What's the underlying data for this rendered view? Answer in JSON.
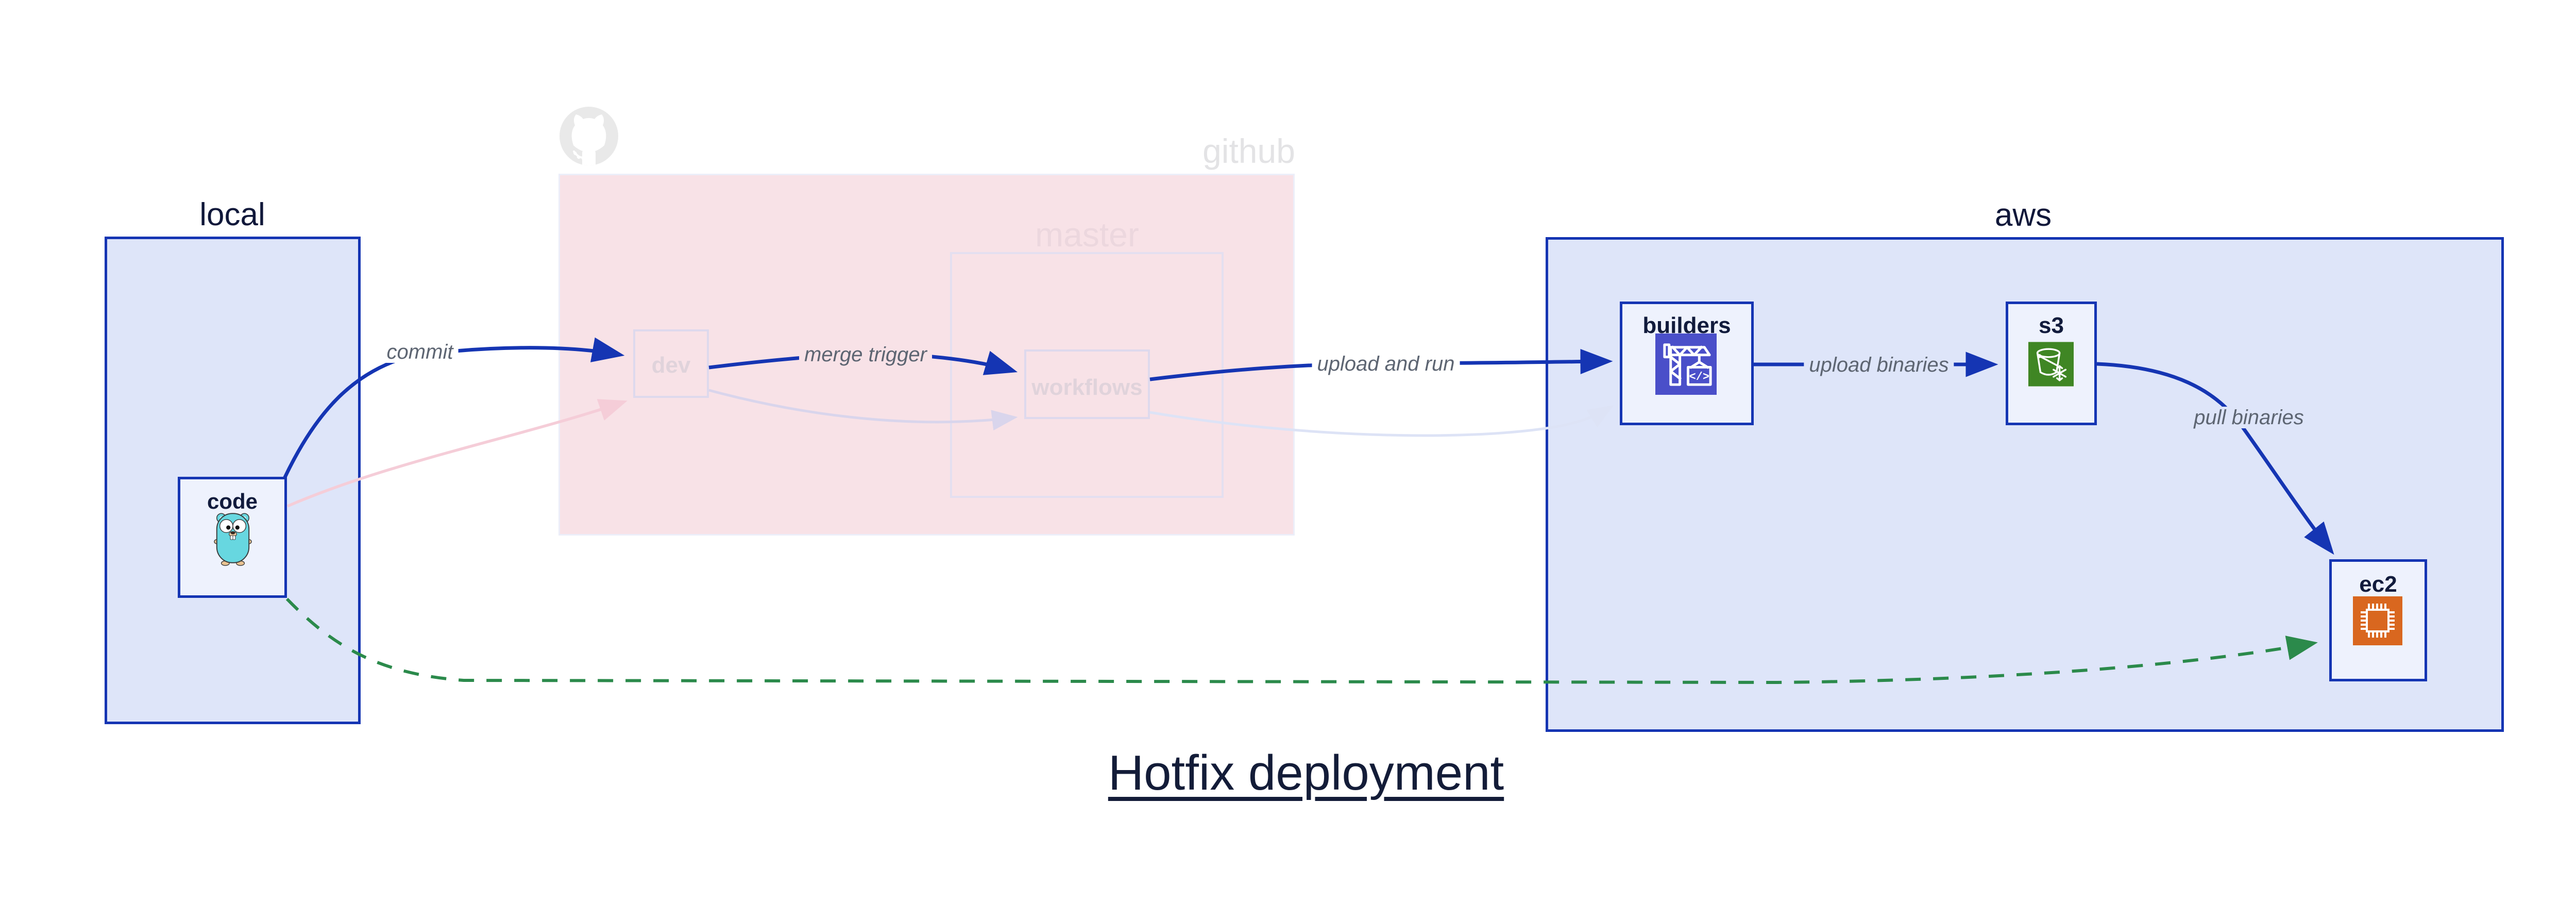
{
  "title": "Hotfix deployment",
  "containers": {
    "local": {
      "label": "local"
    },
    "github": {
      "label": "github",
      "master": {
        "label": "master"
      }
    },
    "aws": {
      "label": "aws"
    }
  },
  "nodes": {
    "code": {
      "label": "code",
      "icon": "go-gopher-icon"
    },
    "dev": {
      "label": "dev"
    },
    "workflows": {
      "label": "workflows"
    },
    "builders": {
      "label": "builders",
      "icon": "codebuild-crane-icon"
    },
    "s3": {
      "label": "s3",
      "icon": "s3-glacier-bucket-icon"
    },
    "ec2": {
      "label": "ec2",
      "icon": "ec2-chip-icon"
    }
  },
  "edges": {
    "commit": {
      "label": "commit",
      "from": "code",
      "to": "dev",
      "style": "solid-blue"
    },
    "merge_trigger": {
      "label": "merge trigger",
      "from": "dev",
      "to": "workflows",
      "style": "solid-blue"
    },
    "upload_and_run": {
      "label": "upload and run",
      "from": "workflows",
      "to": "builders",
      "style": "solid-blue"
    },
    "upload_binaries": {
      "label": "upload binaries",
      "from": "builders",
      "to": "s3",
      "style": "solid-blue"
    },
    "pull_binaries": {
      "label": "pull binaries",
      "from": "s3",
      "to": "ec2",
      "style": "solid-blue"
    },
    "faded_commit": {
      "label": "",
      "from": "code",
      "to": "dev",
      "style": "faded-pink"
    },
    "faded_merge": {
      "label": "",
      "from": "dev",
      "to": "workflows",
      "style": "faded-lavender"
    },
    "faded_upload": {
      "label": "",
      "from": "workflows",
      "to": "builders",
      "style": "faded-blue"
    },
    "hotfix_path": {
      "label": "",
      "from": "code",
      "to": "ec2",
      "style": "dashed-green"
    }
  },
  "icons": [
    "github-octocat-icon",
    "go-gopher-icon",
    "codebuild-crane-icon",
    "s3-glacier-bucket-icon",
    "ec2-chip-icon"
  ],
  "colors": {
    "accent_blue": "#1535b3",
    "container_fill": "#dee5f9",
    "node_fill": "#eef2fd",
    "github_pink_fill": "#f8e2e7",
    "faded_pink_edge": "#f5cdd8",
    "faded_lavender_edge": "#d9d5ec",
    "faded_blue_edge": "#dde3f6",
    "green_dashed": "#2b8a4b",
    "dark_text": "#10183a",
    "edge_label_gray": "#5d6572",
    "github_label_gray": "#e3e3e5",
    "master_label_pink": "#ecd7de",
    "codebuild_indigo": "#4a4fc9",
    "s3_green": "#3f8624",
    "ec2_orange": "#d9671f",
    "gopher_teal": "#67d7e0",
    "octocat_gray": "#e9e9e9"
  }
}
